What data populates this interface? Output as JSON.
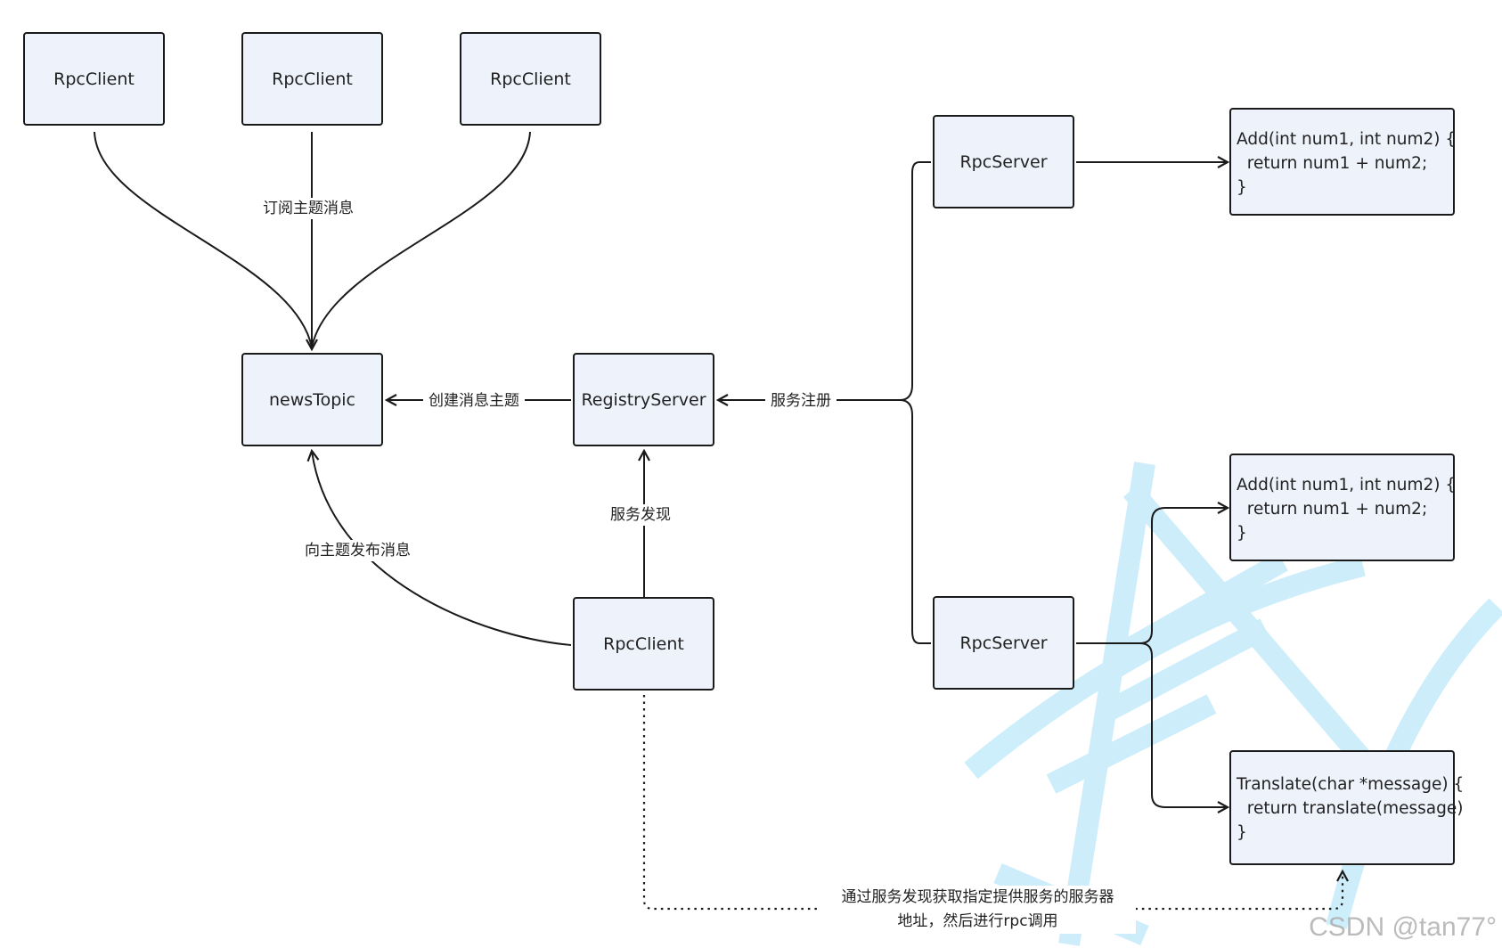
{
  "nodes": {
    "client_top_1": "RpcClient",
    "client_top_2": "RpcClient",
    "client_top_3": "RpcClient",
    "news_topic": "newsTopic",
    "registry": "RegistryServer",
    "client_bottom": "RpcClient",
    "server_top": "RpcServer",
    "server_bottom": "RpcServer"
  },
  "code_blocks": {
    "add_top": [
      "Add(int num1, int num2) {",
      "  return num1 + num2;",
      "}"
    ],
    "add_bottom": [
      "Add(int num1, int num2) {",
      "  return num1 + num2;",
      "}"
    ],
    "translate": [
      "Translate(char *message) {",
      "  return translate(message)",
      "}"
    ]
  },
  "edge_labels": {
    "subscribe": "订阅主题消息",
    "create_topic": "创建消息主题",
    "register": "服务注册",
    "discover": "服务发现",
    "publish": "向主题发布消息",
    "rpc_call_line1": "通过服务发现获取指定提供服务的服务器",
    "rpc_call_line2": "地址，然后进行rpc调用"
  },
  "watermark": "CSDN @tan77°",
  "colors": {
    "node_fill": "#eef2fb",
    "stroke": "#1a1a1a",
    "watermark_glyph": "#c8ecfb"
  }
}
